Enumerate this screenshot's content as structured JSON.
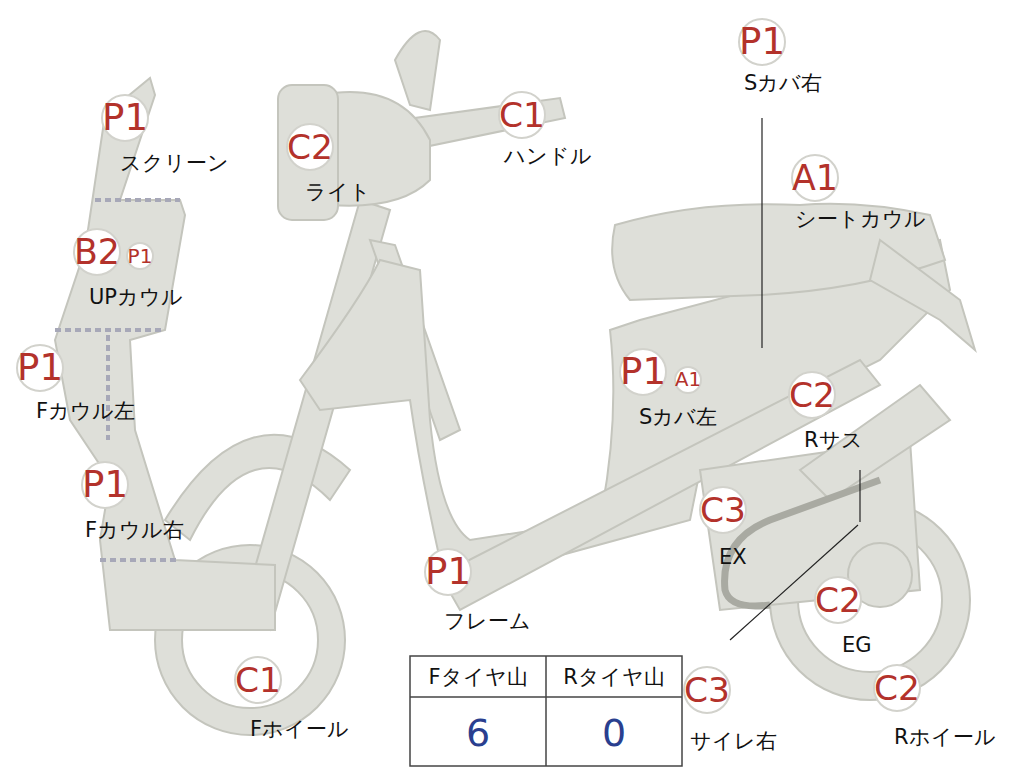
{
  "diagram": {
    "nodes": [
      {
        "text": [
          "P1",
          "スクリーン"
        ]
      },
      {
        "text": [
          "C2",
          "ライト"
        ]
      },
      {
        "text": [
          "C1",
          "ハンドル"
        ]
      },
      {
        "text": [
          "P1",
          "Sカバ右"
        ]
      },
      {
        "text": [
          "A1",
          "シートカウル"
        ]
      },
      {
        "text": [
          "B2",
          "UPカウル"
        ]
      },
      {
        "text": [
          "P1"
        ]
      },
      {
        "text": [
          "P1",
          "Fカウル左"
        ]
      },
      {
        "text": [
          "P1",
          "Sカバ左"
        ]
      },
      {
        "text": [
          "A1"
        ]
      },
      {
        "text": [
          "C2",
          "Rサス"
        ]
      },
      {
        "text": [
          "P1",
          "Fカウル右"
        ]
      },
      {
        "text": [
          "C3",
          "EX"
        ]
      },
      {
        "text": [
          "C2",
          "EG"
        ]
      },
      {
        "text": [
          "P1",
          "フレーム"
        ]
      },
      {
        "text": [
          "C1",
          "Fホイール"
        ]
      },
      {
        "text": [
          "C3",
          "サイレ右"
        ]
      },
      {
        "text": [
          "C2",
          "Rホイール"
        ]
      }
    ],
    "edges": [],
    "labels": [
      "Fタイヤ山",
      "Rタイヤ山",
      "6",
      "0"
    ]
  }
}
